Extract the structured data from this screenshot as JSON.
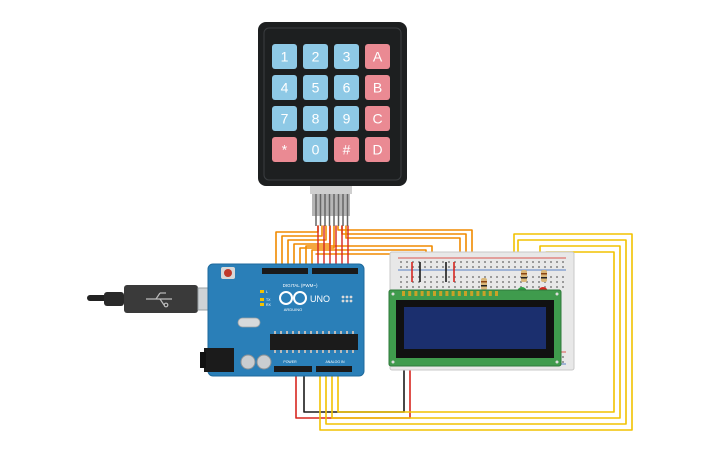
{
  "keypad": {
    "keys": [
      {
        "label": "1",
        "kind": "num"
      },
      {
        "label": "2",
        "kind": "num"
      },
      {
        "label": "3",
        "kind": "num"
      },
      {
        "label": "A",
        "kind": "letter"
      },
      {
        "label": "4",
        "kind": "num"
      },
      {
        "label": "5",
        "kind": "num"
      },
      {
        "label": "6",
        "kind": "num"
      },
      {
        "label": "B",
        "kind": "letter"
      },
      {
        "label": "7",
        "kind": "num"
      },
      {
        "label": "8",
        "kind": "num"
      },
      {
        "label": "9",
        "kind": "num"
      },
      {
        "label": "C",
        "kind": "letter"
      },
      {
        "label": "*",
        "kind": "letter"
      },
      {
        "label": "0",
        "kind": "num"
      },
      {
        "label": "#",
        "kind": "letter"
      },
      {
        "label": "D",
        "kind": "letter"
      }
    ],
    "colors": {
      "num": "#8ec9e6",
      "letter": "#ea8a93",
      "body": "#1d1f20"
    }
  },
  "arduino": {
    "brand": "UNO",
    "logo_text": "ARDUINO",
    "digital_label": "DIGITAL (PWM~)",
    "power_label": "POWER",
    "analog_label": "ANALOG IN",
    "led_labels": [
      "L",
      "TX",
      "RX"
    ],
    "color": "#2a7fb8"
  },
  "lcd": {
    "screen_color": "#1b2f6e",
    "board_color": "#3f9b4d"
  },
  "leds": [
    {
      "color": "#2ea043"
    },
    {
      "color": "#d7261f"
    }
  ],
  "wire_colors": {
    "orange": "#f08a00",
    "red": "#d7261f",
    "black": "#1b1b1b",
    "yellow": "#f2c200"
  }
}
